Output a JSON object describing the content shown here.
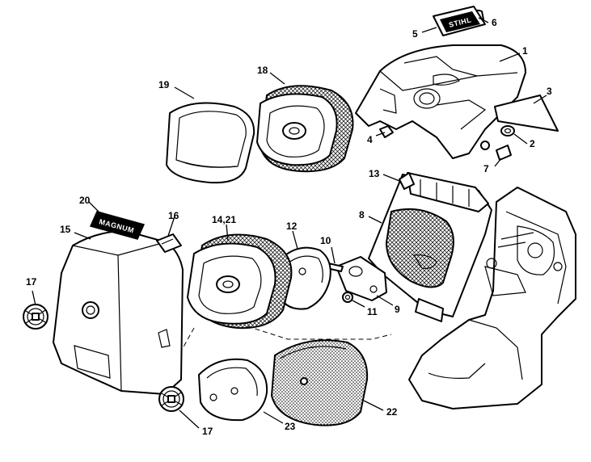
{
  "callouts": {
    "c1": "1",
    "c2": "2",
    "c3": "3",
    "c4": "4",
    "c5": "5",
    "c6": "6",
    "c7": "7",
    "c8": "8",
    "c9": "9",
    "c10": "10",
    "c11": "11",
    "c12": "12",
    "c13": "13",
    "c14": "14,21",
    "c15": "15",
    "c16": "16",
    "c17a": "17",
    "c17b": "17",
    "c18": "18",
    "c19": "19",
    "c20": "20",
    "c22": "22",
    "c23": "23"
  },
  "badges": {
    "stihl": "STIHL",
    "magnum": "MAGNUM"
  },
  "colors": {
    "line": "#000000",
    "paper": "#ffffff"
  }
}
